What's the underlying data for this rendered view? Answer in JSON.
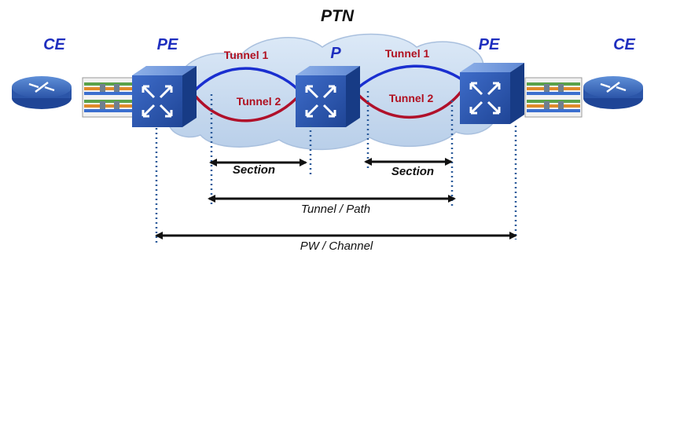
{
  "title": "PTN",
  "nodes": {
    "ce_left": "CE",
    "pe_left": "PE",
    "p_center": "P",
    "pe_right": "PE",
    "ce_right": "CE"
  },
  "tunnels": {
    "left_tunnel1": "Tunnel 1",
    "left_tunnel2": "Tunnel 2",
    "right_tunnel1": "Tunnel 1",
    "right_tunnel2": "Tunnel 2"
  },
  "spans": {
    "section_left": "Section",
    "section_right": "Section",
    "tunnel_path_a": "Tunnel",
    "tunnel_path_sep": "/",
    "tunnel_path_b": "Path",
    "pw_channel_a": "PW",
    "pw_channel_sep": "/",
    "pw_channel_b": "Channel"
  },
  "colors": {
    "node_label": "#1f2fbf",
    "tunnel_label": "#b01020",
    "tunnel1_line": "#1a2fd0",
    "tunnel2_line": "#b0102a",
    "cloud": "#c7daf0",
    "switch": "#2d57b8",
    "dotted": "#2a5a9a"
  }
}
